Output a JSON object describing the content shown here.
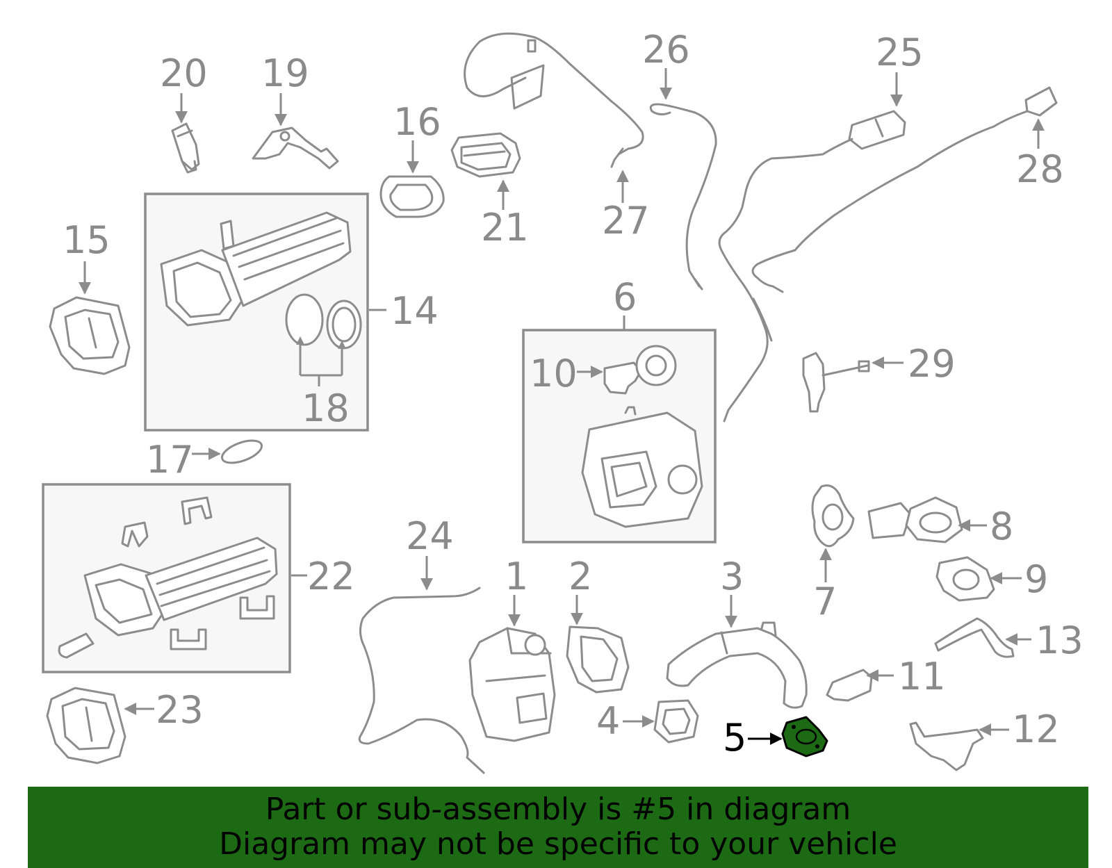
{
  "highlight_color": "#1c6b14",
  "diagram": {
    "callouts": [
      {
        "id": "n1",
        "label": "1"
      },
      {
        "id": "n2",
        "label": "2"
      },
      {
        "id": "n3",
        "label": "3"
      },
      {
        "id": "n4",
        "label": "4"
      },
      {
        "id": "n5",
        "label": "5",
        "highlighted": true
      },
      {
        "id": "n6",
        "label": "6"
      },
      {
        "id": "n7",
        "label": "7"
      },
      {
        "id": "n8",
        "label": "8"
      },
      {
        "id": "n9",
        "label": "9"
      },
      {
        "id": "n10",
        "label": "10"
      },
      {
        "id": "n11",
        "label": "11"
      },
      {
        "id": "n12",
        "label": "12"
      },
      {
        "id": "n13",
        "label": "13"
      },
      {
        "id": "n14",
        "label": "14"
      },
      {
        "id": "n15",
        "label": "15"
      },
      {
        "id": "n16",
        "label": "16"
      },
      {
        "id": "n17",
        "label": "17"
      },
      {
        "id": "n18",
        "label": "18"
      },
      {
        "id": "n19",
        "label": "19"
      },
      {
        "id": "n20",
        "label": "20"
      },
      {
        "id": "n21",
        "label": "21"
      },
      {
        "id": "n22",
        "label": "22"
      },
      {
        "id": "n23",
        "label": "23"
      },
      {
        "id": "n24",
        "label": "24"
      },
      {
        "id": "n25",
        "label": "25"
      },
      {
        "id": "n26",
        "label": "26"
      },
      {
        "id": "n27",
        "label": "27"
      },
      {
        "id": "n28",
        "label": "28"
      },
      {
        "id": "n29",
        "label": "29"
      }
    ]
  },
  "banner": {
    "line1": "Part or sub-assembly is #5 in diagram",
    "line2": "Diagram may not be specific to your vehicle"
  }
}
